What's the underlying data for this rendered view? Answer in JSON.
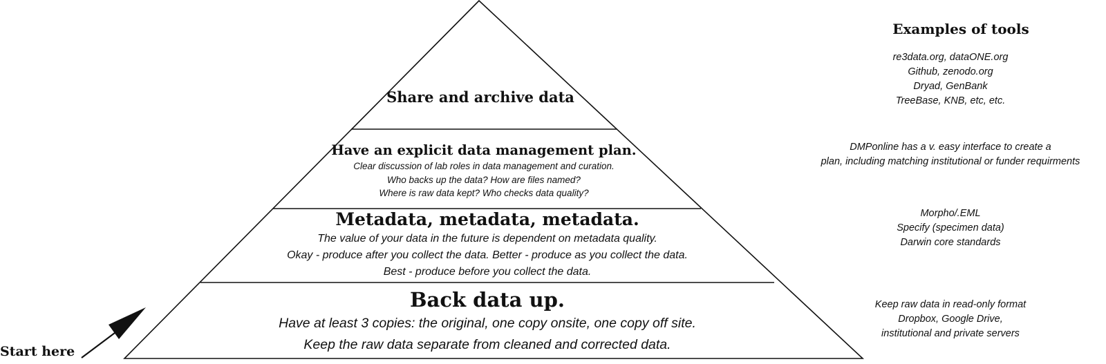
{
  "tiers": [
    {
      "title": "Share and archive data",
      "lines": []
    },
    {
      "title": "Have an explicit data management plan.",
      "lines": [
        "Clear discussion of lab roles in data management and curation.",
        "Who backs up the data? How are files named?",
        "Where is raw data kept? Who checks data quality?"
      ]
    },
    {
      "title": "Metadata, metadata, metadata.",
      "lines": [
        "The value of your data in the future is dependent on metadata quality.",
        "Okay - produce after you collect the data. Better - produce as you collect the data.",
        "Best - produce before you collect the data."
      ]
    },
    {
      "title": "Back data up.",
      "lines": [
        "Have at least 3 copies: the original, one copy onsite, one copy off site.",
        "Keep the raw data separate from cleaned and corrected data."
      ]
    }
  ],
  "start_label": "Start here",
  "tools": {
    "heading": "Examples of tools",
    "groups": [
      [
        "re3data.org, dataONE.org",
        "Github, zenodo.org",
        "Dryad, GenBank",
        "TreeBase, KNB, etc, etc."
      ],
      [
        "DMPonline  has a v. easy interface to create a",
        "plan, including matching institutional or funder requirments"
      ],
      [
        "Morpho/.EML",
        "Specify (specimen data)",
        "Darwin core standards"
      ],
      [
        "Keep raw data in read-only format",
        "Dropbox, Google Drive,",
        "institutional and private servers"
      ]
    ]
  }
}
